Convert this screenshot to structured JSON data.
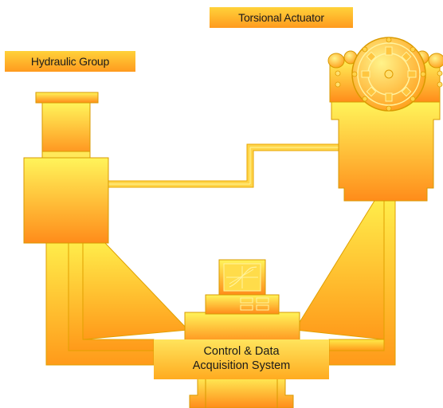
{
  "labels": {
    "torsional_actuator": "Torsional Actuator",
    "hydraulic_group": "Hydraulic Group",
    "control_line1": "Control & Data",
    "control_line2": "Acquisition System"
  },
  "colors": {
    "gradient_top": "#fff45a",
    "gradient_bottom": "#ff8c1a",
    "outline": "#c98a00",
    "pipe_fill": "#ffd54a"
  }
}
